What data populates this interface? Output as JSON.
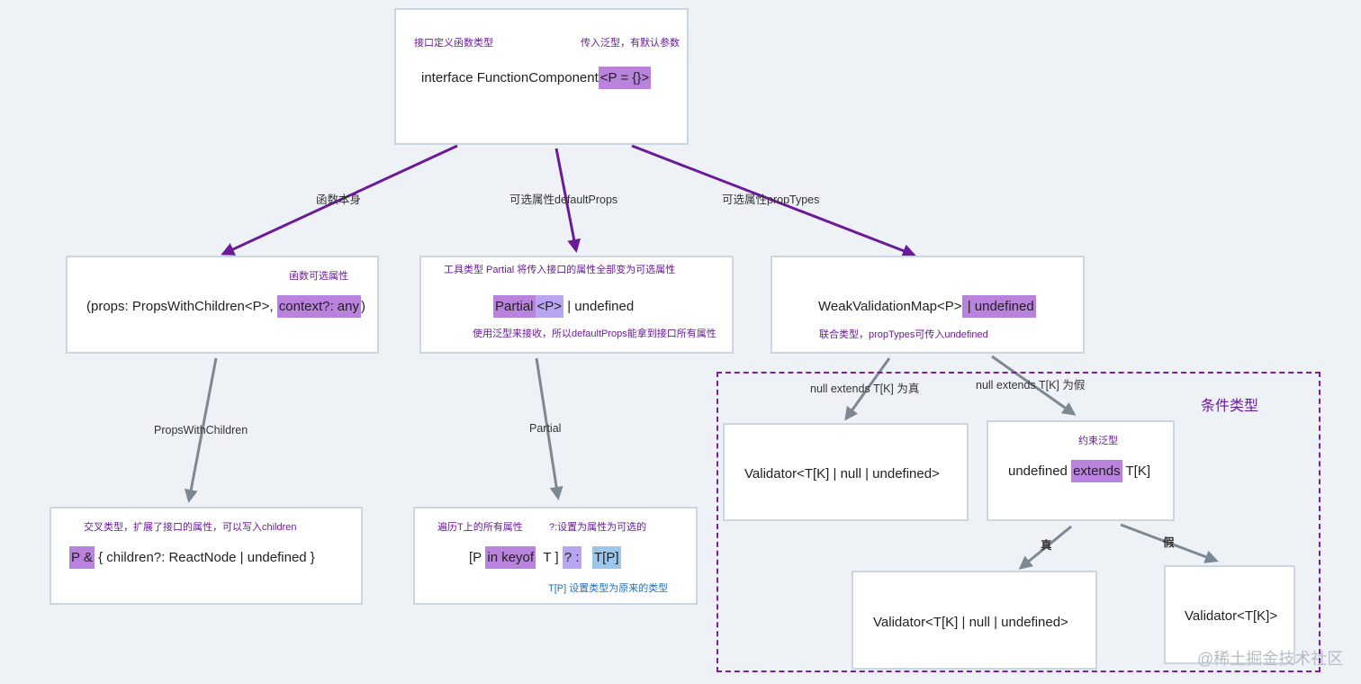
{
  "nodes": {
    "root": {
      "note_left": "接口定义函数类型",
      "note_right": "传入泛型，有默认参数",
      "code_main": "interface FunctionComponent",
      "code_generic": "<P = {}>"
    },
    "props_node": {
      "note": "函数可选属性",
      "code_main": "(props: PropsWithChildren<P>, ",
      "code_hl": "context?: any",
      "code_end": ")"
    },
    "partial_node": {
      "note_top": "工具类型 Partial 将传入接口的属性全部变为可选属性",
      "code_partial": "Partial",
      "code_generic": "<P>",
      "code_rest": " | undefined",
      "note_bottom": "使用泛型来接收，所以defaultProps能拿到接口所有属性"
    },
    "weak_node": {
      "code_main": "WeakValidationMap<P>",
      "code_hl": " | undefined",
      "note": "联合类型，propTypes可传入undefined"
    },
    "children_node": {
      "note": "交叉类型，扩展了接口的属性，可以写入children",
      "code_hl": "P &",
      "code_rest": " { children?: ReactNode | undefined }"
    },
    "mapped_node": {
      "note_left": "遍历T上的所有属性",
      "note_right": "?:设置为属性为可选的",
      "code_p": "[P",
      "code_inkeyof": "in keyof",
      "code_t": "T ]",
      "code_q": "? :",
      "code_tp": "T[P]",
      "note_bottom": "T[P] 设置类型为原来的类型"
    },
    "validator_a": {
      "code": "Validator<T[K] | null | undefined>"
    },
    "constraint_node": {
      "note": "约束泛型",
      "code_main": "undefined ",
      "code_hl": "extends",
      "code_end": " T[K]"
    },
    "validator_b": {
      "code": "Validator<T[K] | null | undefined>"
    },
    "validator_c": {
      "code": "Validator<T[K]>"
    }
  },
  "edges": {
    "fn_body": "函数本身",
    "default_props": "可选属性defaultProps",
    "prop_types": "可选属性propTypes",
    "props_with_children": "PropsWithChildren",
    "partial": "Partial",
    "null_true": "null extends T[K] 为真",
    "null_false": "null extends T[K] 为假",
    "true_branch": "真",
    "false_branch": "假"
  },
  "group": {
    "label": "条件类型"
  },
  "watermark": "@稀土掘金技术社区",
  "colors": {
    "purple_arrow": "#6a1b9a",
    "gray_arrow": "#7d8893",
    "highlight": "#b982dc",
    "highlight_light": "#b9a6f0",
    "highlight_blue": "#9cc6ea",
    "dashed_border": "#7b1fa2"
  }
}
